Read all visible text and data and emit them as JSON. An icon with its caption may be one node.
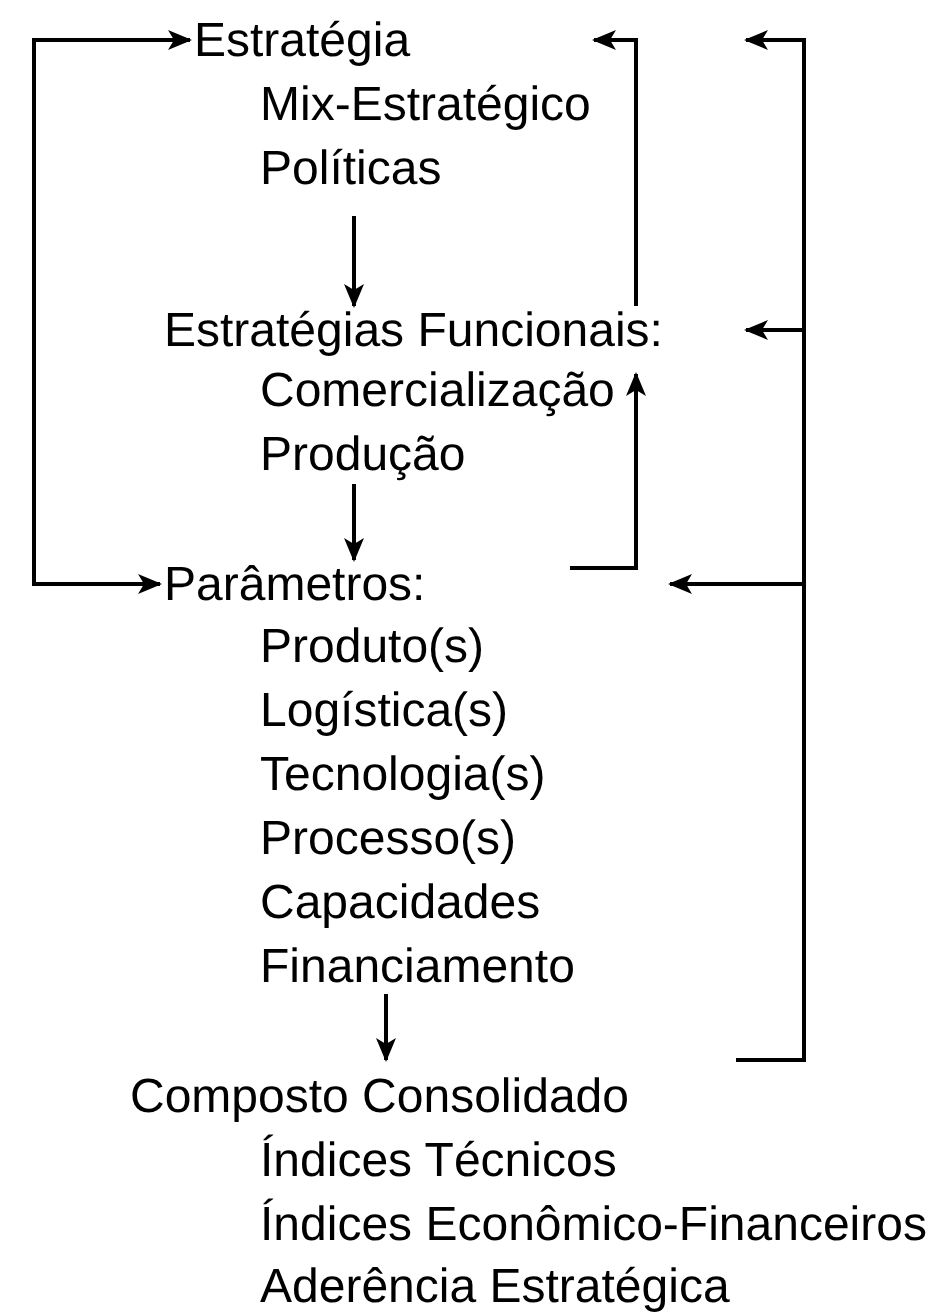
{
  "diagram": {
    "nodes": [
      {
        "text": [
          "Estratégia",
          "Mix-Estratégico",
          "Políticas"
        ]
      },
      {
        "text": [
          "Estratégias Funcionais:",
          "Comercialização",
          "Produção"
        ]
      },
      {
        "text": [
          "Parâmetros:",
          "Produto(s)",
          "Logística(s)",
          "Tecnologia(s)",
          "Processo(s)",
          "Capacidades",
          "Financiamento"
        ]
      },
      {
        "text": [
          "Composto Consolidado",
          "Índices Técnicos",
          "Índices Econômico-Financeiros",
          "Aderência Estratégica"
        ]
      }
    ],
    "edges": [
      {
        "from": 0,
        "to": 1,
        "arrow": "to"
      },
      {
        "from": 1,
        "to": 2,
        "arrow": "to"
      },
      {
        "from": 2,
        "to": 3,
        "arrow": "to"
      },
      {
        "from": 0,
        "to": 2,
        "arrow": "both"
      },
      {
        "from": 1,
        "to": 0,
        "arrow": "to"
      },
      {
        "from": 2,
        "to": 1,
        "arrow": "to"
      },
      {
        "from": 3,
        "to": 0,
        "arrow": "to"
      },
      {
        "from": 3,
        "to": 1,
        "arrow": "to"
      },
      {
        "from": 3,
        "to": 2,
        "arrow": "to"
      }
    ]
  }
}
